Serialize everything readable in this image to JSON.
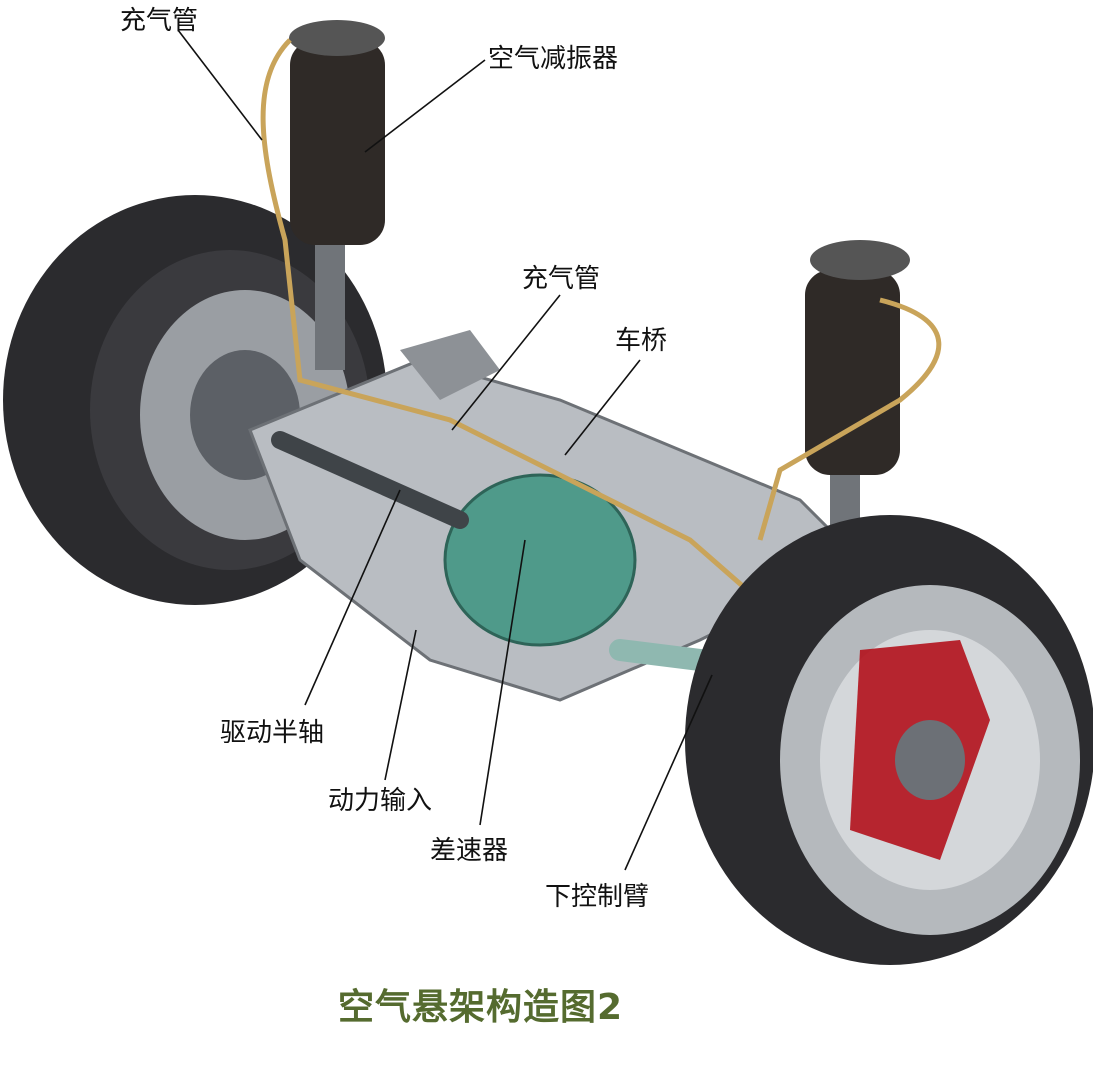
{
  "labels": {
    "air_tube_top": "充气管",
    "air_shock": "空气减振器",
    "air_tube_mid": "充气管",
    "axle": "车桥",
    "drive_shaft": "驱动半轴",
    "power_input": "动力输入",
    "differential": "差速器",
    "lower_control_arm": "下控制臂"
  },
  "title": "空气悬架构造图2",
  "colors": {
    "title": "#556b2f",
    "differential": "#4f9a8a",
    "brake": "#b3121c"
  }
}
